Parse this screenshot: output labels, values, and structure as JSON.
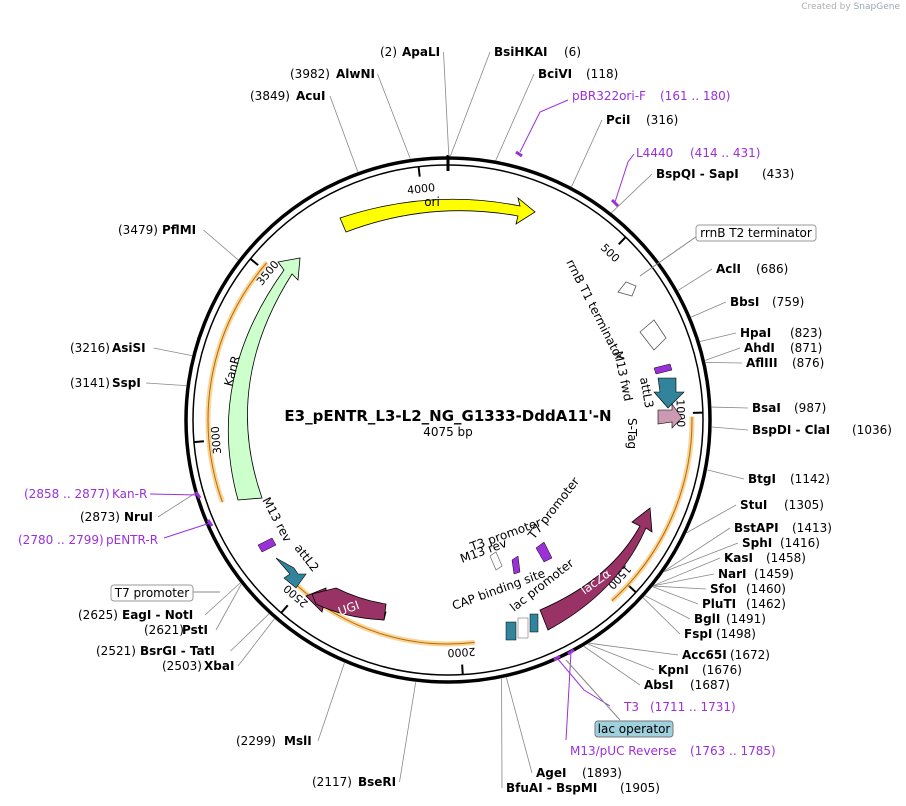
{
  "header": {
    "created_by": "Created by",
    "brand": "SnapGene"
  },
  "plasmid": {
    "name": "E3_pENTR_L3-L2_NG_G1333-DddA11'-N",
    "length": "4075 bp",
    "total_bp": 4075
  },
  "ticks": [
    "4000",
    "500",
    "1000",
    "1500",
    "2000",
    "2500",
    "3000",
    "3500"
  ],
  "sites": [
    {
      "pos": "(2)",
      "name": "ApaLI",
      "suffix": "",
      "bp": 2
    },
    {
      "pos": "(6)",
      "name": "BsiHKAI",
      "suffix": "",
      "bp": 6
    },
    {
      "pos": "(118)",
      "name": "BciVI",
      "suffix": "",
      "bp": 118
    },
    {
      "pos": "(316)",
      "name": "PciI",
      "suffix": "",
      "bp": 316
    },
    {
      "pos": "(433)",
      "name": "BspQI",
      "suffix": " - SapI",
      "bp": 433
    },
    {
      "pos": "(686)",
      "name": "AclI",
      "suffix": "",
      "bp": 686
    },
    {
      "pos": "(759)",
      "name": "BbsI",
      "suffix": "",
      "bp": 759
    },
    {
      "pos": "(823)",
      "name": "HpaI",
      "suffix": "",
      "bp": 823
    },
    {
      "pos": "(871)",
      "name": "AhdI",
      "suffix": "",
      "bp": 871
    },
    {
      "pos": "(876)",
      "name": "AflIII",
      "suffix": "",
      "bp": 876
    },
    {
      "pos": "(987)",
      "name": "BsaI",
      "suffix": "",
      "bp": 987
    },
    {
      "pos": "(1036)",
      "name": "BspDI",
      "suffix": " - ClaI",
      "bp": 1036
    },
    {
      "pos": "(1142)",
      "name": "BtgI",
      "suffix": "",
      "bp": 1142
    },
    {
      "pos": "(1305)",
      "name": "StuI",
      "suffix": "",
      "bp": 1305
    },
    {
      "pos": "(1413)",
      "name": "BstAPI",
      "suffix": "",
      "bp": 1413
    },
    {
      "pos": "(1416)",
      "name": "SphI",
      "suffix": "",
      "bp": 1416
    },
    {
      "pos": "(1458)",
      "name": "KasI",
      "suffix": "",
      "bp": 1458
    },
    {
      "pos": "(1459)",
      "name": "NarI",
      "suffix": "",
      "bp": 1459
    },
    {
      "pos": "(1460)",
      "name": "SfoI",
      "suffix": "",
      "bp": 1460
    },
    {
      "pos": "(1462)",
      "name": "PluTI",
      "suffix": "",
      "bp": 1462
    },
    {
      "pos": "(1491)",
      "name": "BglI",
      "suffix": "",
      "bp": 1491
    },
    {
      "pos": "(1498)",
      "name": "FspI",
      "suffix": "",
      "bp": 1498
    },
    {
      "pos": "(1672)",
      "name": "Acc65I",
      "suffix": "",
      "bp": 1672
    },
    {
      "pos": "(1676)",
      "name": "KpnI",
      "suffix": "",
      "bp": 1676
    },
    {
      "pos": "(1687)",
      "name": "AbsI",
      "suffix": "",
      "bp": 1687
    },
    {
      "pos": "(1893)",
      "name": "AgeI",
      "suffix": "",
      "bp": 1893
    },
    {
      "pos": "(1905)",
      "name": "BfuAI",
      "suffix": " - BspMI",
      "bp": 1905
    },
    {
      "pos": "(2117)",
      "name": "BseRI",
      "suffix": "",
      "bp": 2117
    },
    {
      "pos": "(2299)",
      "name": "MslI",
      "suffix": "",
      "bp": 2299
    },
    {
      "pos": "(2503)",
      "name": "XbaI",
      "suffix": "",
      "bp": 2503
    },
    {
      "pos": "(2521)",
      "name": "BsrGI",
      "suffix": " - TatI",
      "bp": 2521
    },
    {
      "pos": "(2621)",
      "name": "PstI",
      "suffix": "",
      "bp": 2621
    },
    {
      "pos": "(2625)",
      "name": "EagI",
      "suffix": " - NotI",
      "bp": 2625
    },
    {
      "pos": "(2873)",
      "name": "NruI",
      "suffix": "",
      "bp": 2873
    },
    {
      "pos": "(3141)",
      "name": "SspI",
      "suffix": "",
      "bp": 3141
    },
    {
      "pos": "(3216)",
      "name": "AsiSI",
      "suffix": "",
      "bp": 3216
    },
    {
      "pos": "(3479)",
      "name": "PflMI",
      "suffix": "",
      "bp": 3479
    },
    {
      "pos": "(3849)",
      "name": "AcuI",
      "suffix": "",
      "bp": 3849
    },
    {
      "pos": "(3982)",
      "name": "AlwNI",
      "suffix": "",
      "bp": 3982
    }
  ],
  "primers": [
    {
      "name": "pBR322ori-F",
      "range": "(161 .. 180)"
    },
    {
      "name": "L4440",
      "range": "(414 .. 431)"
    },
    {
      "name": "T3",
      "range": "(1711 .. 1731)"
    },
    {
      "name": "M13/pUC Reverse",
      "range": "(1763 .. 1785)"
    },
    {
      "name": "Kan-R",
      "range": "(2858 .. 2877)"
    },
    {
      "name": "pENTR-R",
      "range": "(2780 .. 2799)"
    }
  ],
  "boxed_features": {
    "rrnb_t2": "rrnB T2 terminator",
    "lac_operator": "lac operator",
    "t7_promoter": "T7 promoter"
  },
  "features": {
    "ori": "ori",
    "kanr": "KanR",
    "lacza": "lacZα",
    "ugi": "UGI",
    "rrnb_t1": "rrnB T1 terminator",
    "m13_fwd": "M13 fwd",
    "attl3": "attL3",
    "s_tag": "S-Tag",
    "m13_rev_left": "M13 rev",
    "attl2": "attL2",
    "t3_promoter": "T3 promoter",
    "t7_promoter_inner": "T7 promoter",
    "m13_rev_inner": "M13 rev",
    "cap_site": "CAP binding site",
    "lac_promoter": "lac promoter"
  },
  "colors": {
    "ori": "#ffff00",
    "kanr": "#ccffcc",
    "lacza": "#993366",
    "ugi": "#993366",
    "attl": "#31849b",
    "stag": "#cc99b2",
    "primer": "#9b30d8",
    "orf": "#f5b042",
    "lac_operator_box": "#9fd0dd"
  }
}
